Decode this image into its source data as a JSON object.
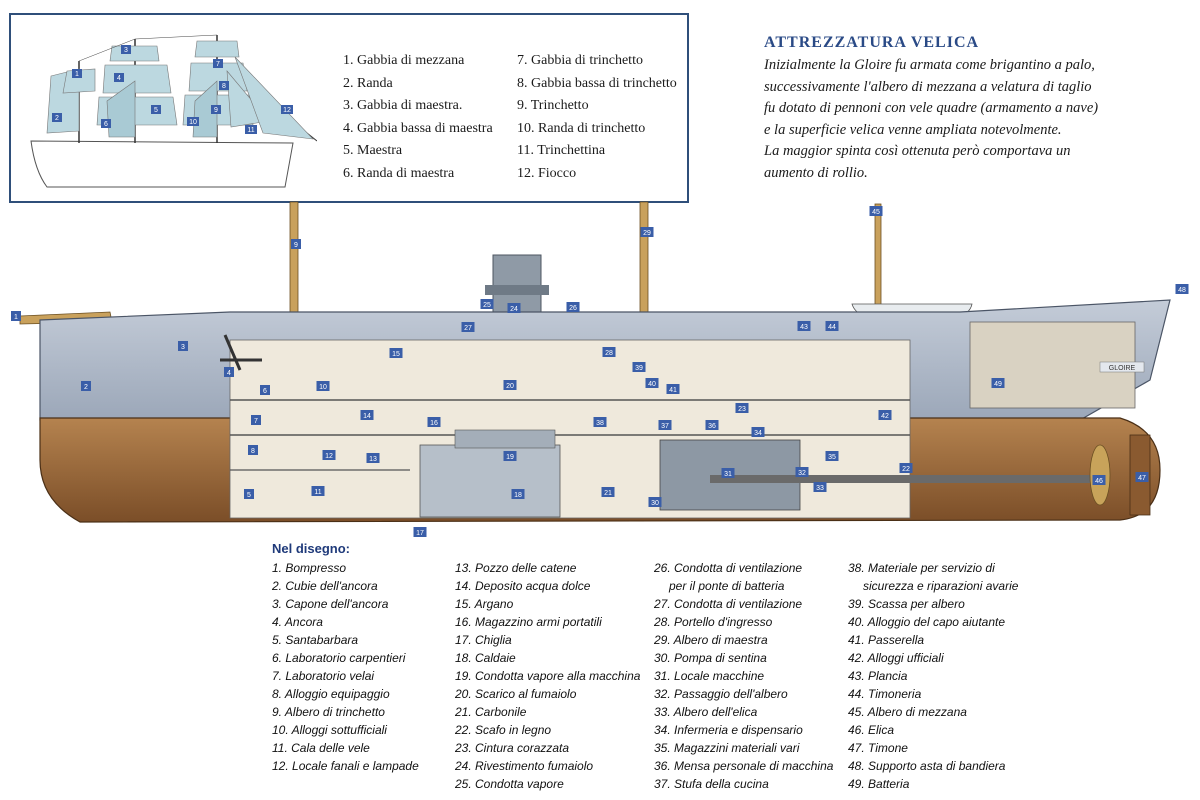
{
  "sail_legend": {
    "col1": [
      "1. Gabbia di mezzana",
      "2. Randa",
      "3. Gabbia di maestra.",
      "4. Gabbia bassa di maestra",
      "5. Maestra",
      "6. Randa di maestra"
    ],
    "col2": [
      "7. Gabbia di trinchetto",
      "8. Gabbia bassa di trinchetto",
      "9. Trinchetto",
      "10. Randa di trinchetto",
      "11. Trinchettina",
      "12. Fiocco"
    ]
  },
  "rigging": {
    "title": "ATTREZZATURA VELICA",
    "lines": [
      "Inizialmente la Gloire fu armata come brigantino a palo,",
      "successivamente l'albero di mezzana a velatura di taglio",
      "fu dotato di pennoni con vele quadre (armamento a nave)",
      "e la superficie velica venne ampliata notevolmente.",
      "La maggior spinta così ottenuta però comportava un",
      "aumento di rollio."
    ]
  },
  "drawing_legend": {
    "title": "Nel disegno:",
    "col1": [
      "1. Bompresso",
      "2. Cubie dell'ancora",
      "3. Capone dell'ancora",
      "4. Ancora",
      "5. Santabarbara",
      "6. Laboratorio carpentieri",
      "7. Laboratorio velai",
      "8. Alloggio equipaggio",
      "9. Albero di trinchetto",
      "10. Alloggi sottufficiali",
      "11. Cala delle vele",
      "12. Locale fanali e lampade"
    ],
    "col2": [
      "13. Pozzo delle catene",
      "14. Deposito acqua dolce",
      "15. Argano",
      "16. Magazzino armi portatili",
      "17. Chiglia",
      "18. Caldaie",
      "19. Condotta vapore alla macchina",
      "20. Scarico al fumaiolo",
      "21. Carbonile",
      "22. Scafo in legno",
      "23. Cintura corazzata",
      "24. Rivestimento fumaiolo",
      "25. Condotta vapore"
    ],
    "col3": [
      "26. Condotta di ventilazione",
      "per il ponte di batteria",
      "27. Condotta di ventilazione",
      "28. Portello d'ingresso",
      "29. Albero di maestra",
      "30. Pompa di sentina",
      "31. Locale macchine",
      "32. Passaggio dell'albero",
      "33. Albero dell'elica",
      "34. Infermeria e dispensario",
      "35. Magazzini materiali vari",
      "36. Mensa personale di macchina",
      "37. Stufa della cucina"
    ],
    "col4": [
      "38. Materiale per servizio di",
      "sicurezza e riparazioni avarie",
      "39. Scassa per albero",
      "40. Alloggio del capo aiutante",
      "41. Passerella",
      "42. Alloggi ufficiali",
      "43. Plancia",
      "44. Timoneria",
      "45. Albero di mezzana",
      "46. Elica",
      "47. Timone",
      "48. Supporto asta di bandiera",
      "49. Batteria"
    ]
  },
  "sail_markers": [
    "1",
    "2",
    "3",
    "4",
    "5",
    "6",
    "7",
    "8",
    "9",
    "10",
    "11",
    "12"
  ],
  "ship_markers": [
    "1",
    "2",
    "3",
    "4",
    "5",
    "6",
    "7",
    "8",
    "9",
    "10",
    "11",
    "12",
    "13",
    "14",
    "15",
    "16",
    "17",
    "18",
    "19",
    "20",
    "21",
    "22",
    "23",
    "24",
    "25",
    "26",
    "27",
    "28",
    "29",
    "30",
    "31",
    "32",
    "33",
    "34",
    "35",
    "36",
    "37",
    "38",
    "39",
    "40",
    "41",
    "42",
    "43",
    "44",
    "45",
    "46",
    "47",
    "48",
    "49"
  ],
  "ship_name_plate": "GLOIRE",
  "colors": {
    "frame": "#2f4f7a",
    "hull_upper": "#a7b3c6",
    "hull_lower": "#9c6a3c",
    "badge": "#3a5ea8",
    "title": "#2a4a86"
  }
}
